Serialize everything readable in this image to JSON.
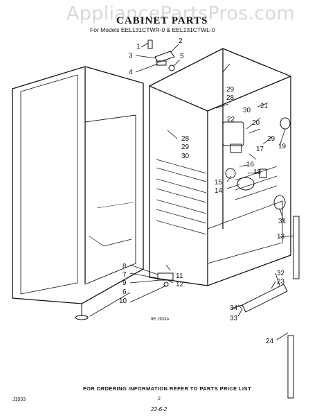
{
  "header": {
    "watermark": "AppliancePartsPros.com",
    "title": "CABINET PARTS",
    "models": "For Models EEL131CTWR-0 & EEL131CTWL-0"
  },
  "callouts": [
    "1",
    "2",
    "3",
    "4",
    "5",
    "29",
    "28",
    "30",
    "21",
    "22",
    "20",
    "28",
    "29",
    "30",
    "19",
    "29",
    "17",
    "16",
    "18",
    "15",
    "14",
    "31",
    "13",
    "11",
    "8",
    "12",
    "7",
    "9",
    "6",
    "10",
    "32",
    "23",
    "34",
    "33",
    "24"
  ],
  "figure_code": "9E 1933A",
  "footer": {
    "ordering_note": "FOR ORDERING INFORMATION REFER TO PARTS PRICE LIST",
    "doc_code": "J1933",
    "page_mark": "2",
    "date_mark": "22-6-2"
  },
  "colors": {
    "ink": "#111111",
    "watermark": "#d9d9d9",
    "background": "#ffffff"
  }
}
